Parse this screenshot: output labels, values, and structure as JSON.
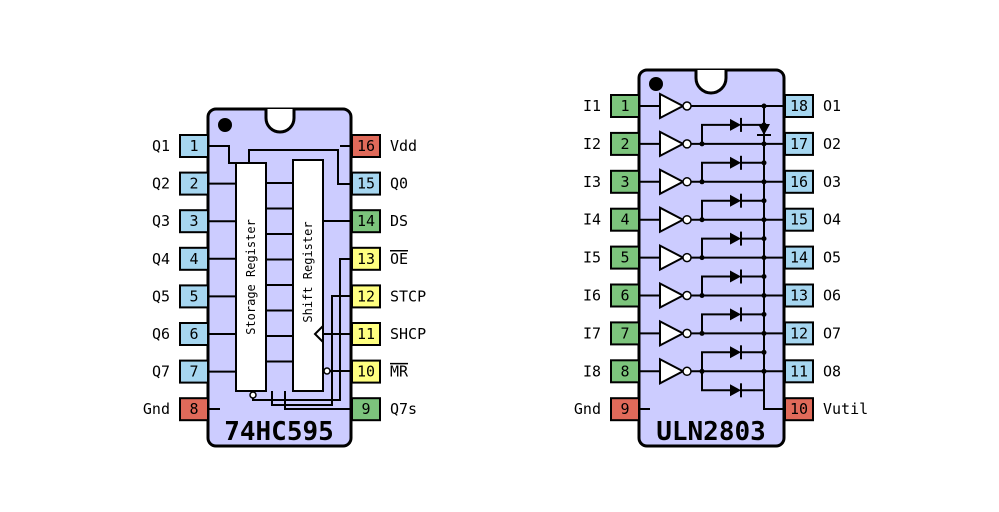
{
  "colors": {
    "chip_body": "#ccccff",
    "pin_blue": "#a6d6f0",
    "pin_red": "#e06a5a",
    "pin_green": "#7cc47c",
    "pin_yellow": "#ffff80",
    "outline": "#000000"
  },
  "chip1": {
    "name": "74HC595",
    "storage_label": "Storage Register",
    "shift_label": "Shift Register",
    "left_pins": [
      {
        "num": "1",
        "label": "Q1",
        "color": "pin_blue"
      },
      {
        "num": "2",
        "label": "Q2",
        "color": "pin_blue"
      },
      {
        "num": "3",
        "label": "Q3",
        "color": "pin_blue"
      },
      {
        "num": "4",
        "label": "Q4",
        "color": "pin_blue"
      },
      {
        "num": "5",
        "label": "Q5",
        "color": "pin_blue"
      },
      {
        "num": "6",
        "label": "Q6",
        "color": "pin_blue"
      },
      {
        "num": "7",
        "label": "Q7",
        "color": "pin_blue"
      },
      {
        "num": "8",
        "label": "Gnd",
        "color": "pin_red"
      }
    ],
    "right_pins": [
      {
        "num": "16",
        "label": "Vdd",
        "color": "pin_red",
        "overline": false
      },
      {
        "num": "15",
        "label": "Q0",
        "color": "pin_blue",
        "overline": false
      },
      {
        "num": "14",
        "label": "DS",
        "color": "pin_green",
        "overline": false
      },
      {
        "num": "13",
        "label": "OE",
        "color": "pin_yellow",
        "overline": true
      },
      {
        "num": "12",
        "label": "STCP",
        "color": "pin_yellow",
        "overline": false
      },
      {
        "num": "11",
        "label": "SHCP",
        "color": "pin_yellow",
        "overline": false
      },
      {
        "num": "10",
        "label": "MR",
        "color": "pin_yellow",
        "overline": true
      },
      {
        "num": "9",
        "label": "Q7s",
        "color": "pin_green",
        "overline": false
      }
    ]
  },
  "chip2": {
    "name": "ULN2803",
    "left_pins": [
      {
        "num": "1",
        "label": "I1",
        "color": "pin_green"
      },
      {
        "num": "2",
        "label": "I2",
        "color": "pin_green"
      },
      {
        "num": "3",
        "label": "I3",
        "color": "pin_green"
      },
      {
        "num": "4",
        "label": "I4",
        "color": "pin_green"
      },
      {
        "num": "5",
        "label": "I5",
        "color": "pin_green"
      },
      {
        "num": "6",
        "label": "I6",
        "color": "pin_green"
      },
      {
        "num": "7",
        "label": "I7",
        "color": "pin_green"
      },
      {
        "num": "8",
        "label": "I8",
        "color": "pin_green"
      },
      {
        "num": "9",
        "label": "Gnd",
        "color": "pin_red"
      }
    ],
    "right_pins": [
      {
        "num": "18",
        "label": "O1",
        "color": "pin_blue"
      },
      {
        "num": "17",
        "label": "O2",
        "color": "pin_blue"
      },
      {
        "num": "16",
        "label": "O3",
        "color": "pin_blue"
      },
      {
        "num": "15",
        "label": "O4",
        "color": "pin_blue"
      },
      {
        "num": "14",
        "label": "O5",
        "color": "pin_blue"
      },
      {
        "num": "13",
        "label": "O6",
        "color": "pin_blue"
      },
      {
        "num": "12",
        "label": "O7",
        "color": "pin_blue"
      },
      {
        "num": "11",
        "label": "O8",
        "color": "pin_blue"
      },
      {
        "num": "10",
        "label": "Vutil",
        "color": "pin_red"
      }
    ]
  }
}
